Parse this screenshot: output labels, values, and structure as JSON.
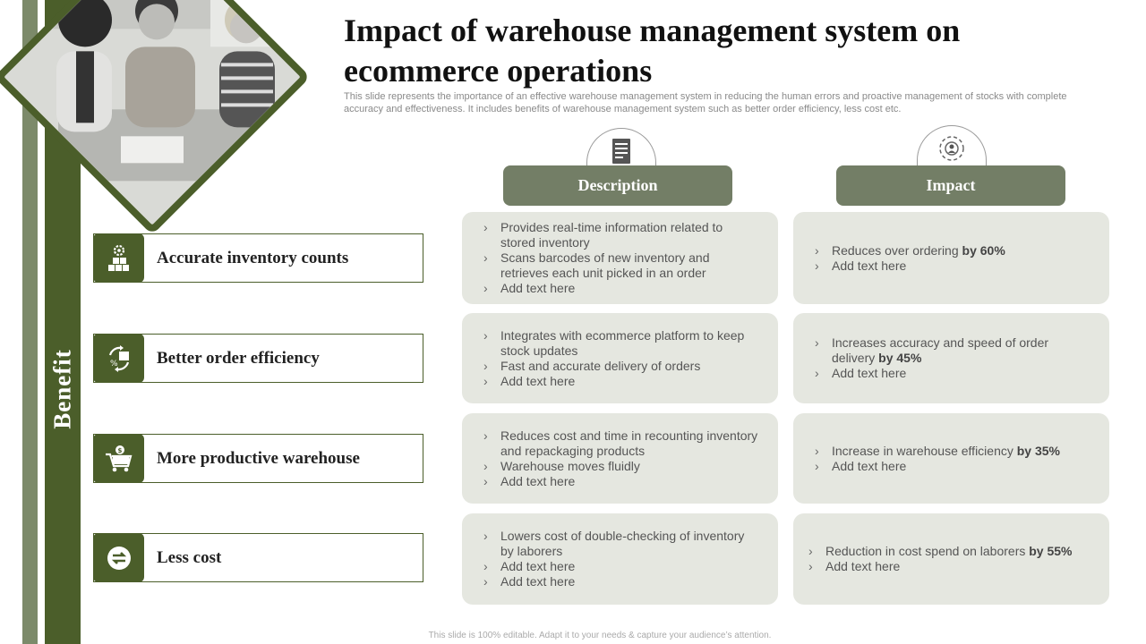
{
  "title": "Impact of warehouse management system on ecommerce operations",
  "subtitle": "This slide represents the importance of an effective warehouse management system in reducing the human errors and proactive management of stocks with complete accuracy and effectiveness. It includes benefits of warehouse management system such as better order efficiency, less cost etc.",
  "side_label": "Benefit",
  "headers": {
    "description": {
      "label": "Description",
      "icon": "document-icon"
    },
    "impact": {
      "label": "Impact",
      "icon": "target-people-icon"
    }
  },
  "colors": {
    "dark_green": "#4b5e2a",
    "sage": "#737e66",
    "card_bg": "#e5e7e0"
  },
  "rows": [
    {
      "benefit": "Accurate inventory counts",
      "icon": "boxes-gear-icon",
      "description": [
        "Provides real-time information related to stored inventory",
        "Scans barcodes of new inventory and retrieves each unit picked in an order",
        "Add text here"
      ],
      "impact": [
        {
          "text": "Reduces over ordering ",
          "bold": "by 60%"
        },
        {
          "text": "Add text here",
          "bold": ""
        }
      ]
    },
    {
      "benefit": "Better order efficiency",
      "icon": "box-cycle-icon",
      "description": [
        "Integrates with ecommerce platform to keep stock updates",
        "Fast  and accurate delivery of orders",
        "Add text here"
      ],
      "impact": [
        {
          "text": "Increases accuracy and speed of order delivery ",
          "bold": "by 45%"
        },
        {
          "text": " Add text here",
          "bold": ""
        }
      ]
    },
    {
      "benefit": "More productive warehouse",
      "icon": "cart-dollar-icon",
      "description": [
        "Reduces cost and time in recounting inventory and repackaging products",
        "Warehouse moves fluidly",
        "Add text here"
      ],
      "impact": [
        {
          "text": "Increase in warehouse efficiency ",
          "bold": "by 35%"
        },
        {
          "text": "Add text here",
          "bold": ""
        }
      ]
    },
    {
      "benefit": "Less cost",
      "icon": "cost-cycle-icon",
      "description": [
        "Lowers cost of double-checking of inventory by laborers",
        "Add text here",
        "Add text here"
      ],
      "impact": [
        {
          "text": "Reduction in cost spend on laborers ",
          "bold": "by 55%"
        },
        {
          "text": "Add text here",
          "bold": ""
        }
      ]
    }
  ],
  "footer": "This slide is 100% editable. Adapt it to your needs & capture your audience’s attention."
}
